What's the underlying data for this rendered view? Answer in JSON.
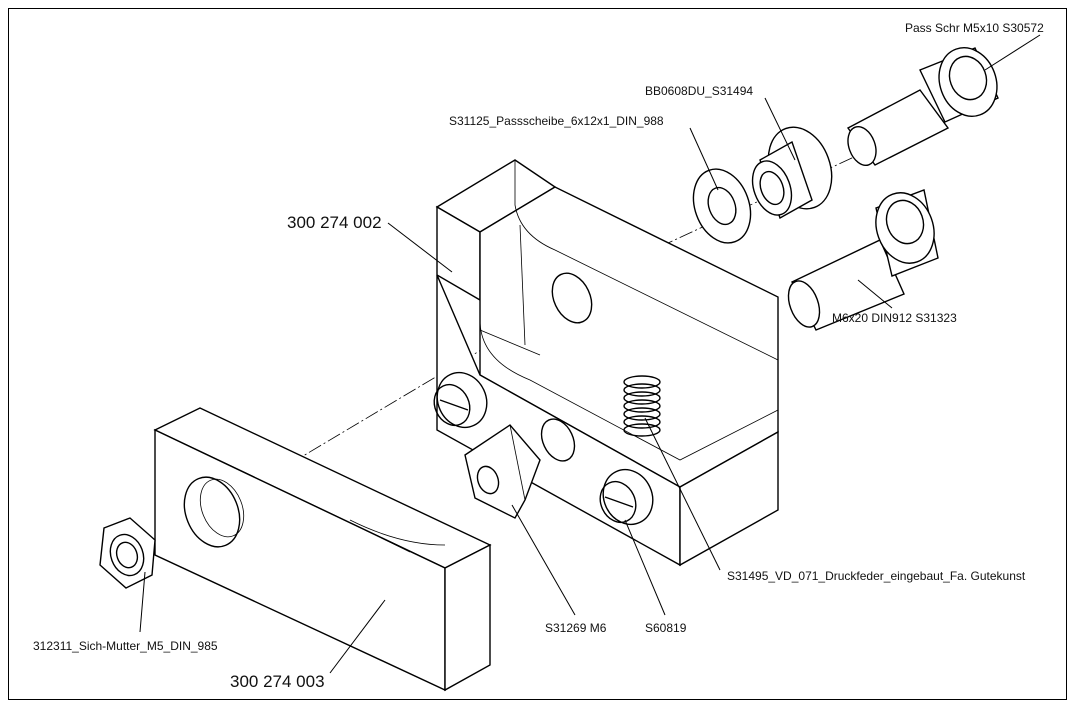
{
  "labels": {
    "pass_screw": "Pass Schr M5x10 S30572",
    "bushing": "BB0608DU_S31494",
    "washer": "S31125_Passscheibe_6x12x1_DIN_988",
    "bracket": "300 274 002",
    "screw_m6": "M6x20 DIN912 S31323",
    "spring": "S31495_VD_071_Druckfeder_eingebaut_Fa. Gutekunst",
    "square_nut": "S31269 M6",
    "set_screw": "S60819",
    "lock_nut": "312311_Sich-Mutter_M5_DIN_985",
    "plate": "300 274 003"
  }
}
